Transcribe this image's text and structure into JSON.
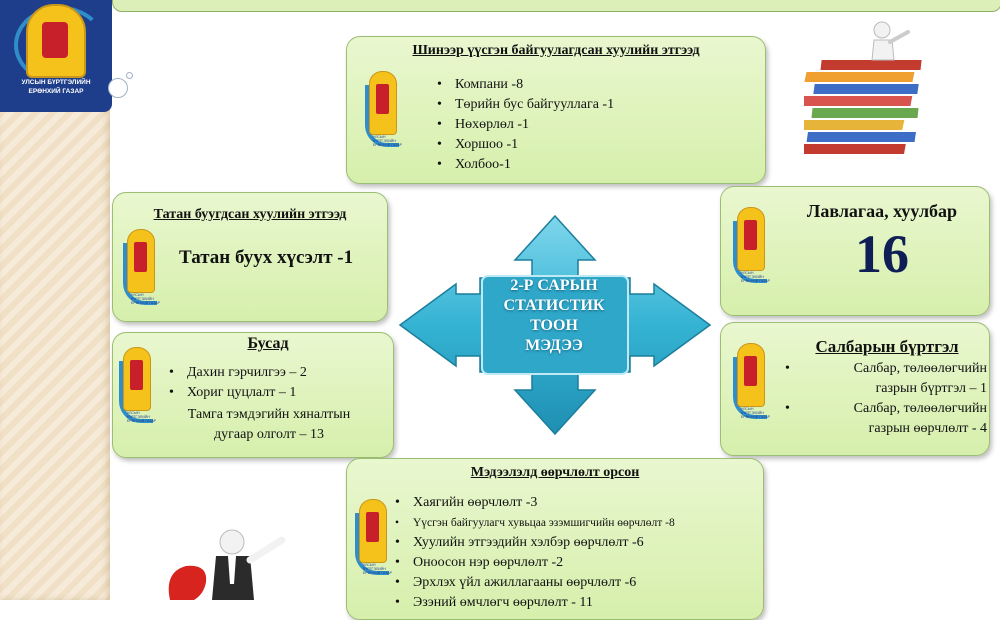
{
  "org": {
    "caption": "УЛСЫН БҮРТГЭЛИЙН ЕРӨНХИЙ ГАЗАР"
  },
  "center": {
    "lines": [
      "2-Р САРЫН",
      "СТАТИСТИК",
      "ТООН",
      "МЭДЭЭ"
    ]
  },
  "new_entities": {
    "title": "Шинээр үүсгэн байгуулагдсан хуулийн этгээд",
    "items": [
      "Компани -8",
      "Төрийн бус байгууллага  -1",
      "Нөхөрлөл  -1",
      "Хоршоо  -1",
      "Холбоо-1"
    ]
  },
  "withdrawn": {
    "title": "Татан буугдсан  хуулийн этгээд",
    "text": "Татан  буух хүсэлт -1"
  },
  "references": {
    "title": "Лавлагаа, хуулбар",
    "value": "16"
  },
  "other": {
    "title": "Бусад",
    "items": [
      "Дахин гэрчилгээ – 2",
      "Хориг цуцлалт – 1"
    ],
    "extra_lines": [
      "Тамга тэмдэгийн хяналтын",
      "дугаар олголт – 13"
    ]
  },
  "branches": {
    "title": "Салбарын бүртгэл",
    "items": [
      {
        "line1": "Салбар, төлөөлөгчийн",
        "line2": "газрын бүртгэл – 1"
      },
      {
        "line1": "Салбар, төлөөлөгчийн",
        "line2": "газрын өөрчлөлт - 4"
      }
    ]
  },
  "changes": {
    "title": "Мэдээлэлд өөрчлөлт орсон",
    "items": [
      "Хаягийн өөрчлөлт -3",
      "Үүсгэн байгуулагч хувьцаа эзэмшигчийн өөрчлөлт -8",
      "Хуулийн этгээдийн хэлбэр өөрчлөлт -6",
      "Оноосон нэр өөрчлөлт -2",
      "Эрхлэх үйл ажиллагааны өөрчлөлт -6",
      "Эзэний өмчлөгч өөрчлөлт - 11"
    ]
  },
  "colors": {
    "card_fill": "#d6efac",
    "card_border": "#9cbd74",
    "arrow": "#35b3d3",
    "number": "#0f1e55"
  }
}
